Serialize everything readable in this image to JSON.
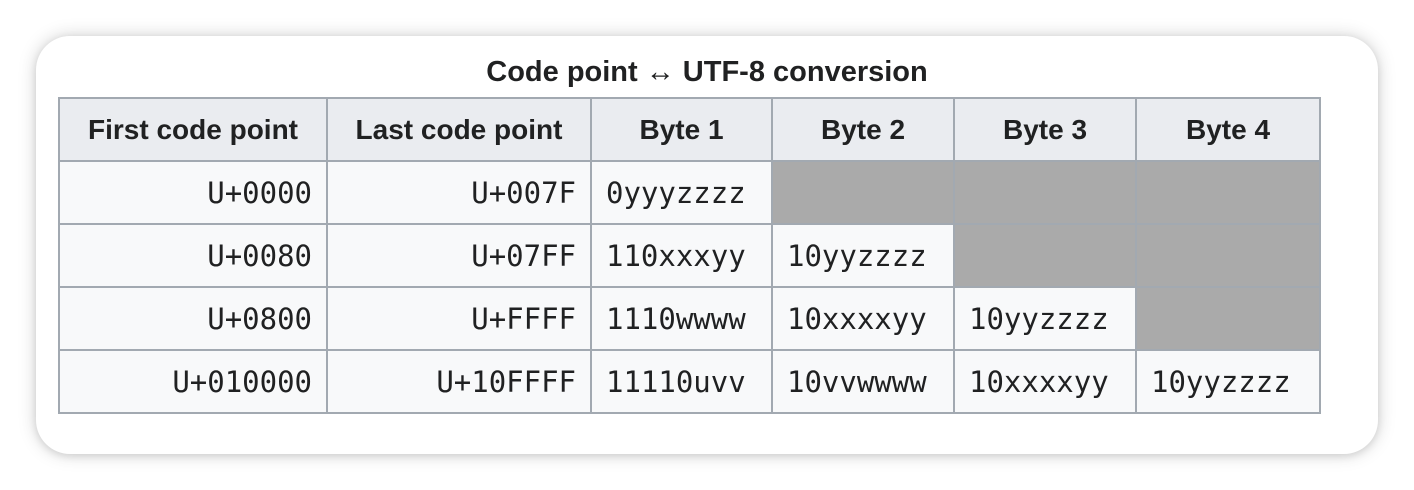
{
  "table": {
    "caption": "Code point ↔ UTF-8 conversion",
    "headers": [
      "First code point",
      "Last code point",
      "Byte 1",
      "Byte 2",
      "Byte 3",
      "Byte 4"
    ],
    "rows": [
      {
        "first": "U+0000",
        "last": "U+007F",
        "bytes": [
          "0yyyzzzz",
          "",
          "",
          ""
        ]
      },
      {
        "first": "U+0080",
        "last": "U+07FF",
        "bytes": [
          "110xxxyy",
          "10yyzzzz",
          "",
          ""
        ]
      },
      {
        "first": "U+0800",
        "last": "U+FFFF",
        "bytes": [
          "1110wwww",
          "10xxxxyy",
          "10yyzzzz",
          ""
        ]
      },
      {
        "first": "U+010000",
        "last": "U+10FFFF",
        "bytes": [
          "11110uvv",
          "10vvwwww",
          "10xxxxyy",
          "10yyzzzz"
        ]
      }
    ],
    "colors": {
      "header_bg": "#eaecf0",
      "cell_bg": "#f8f9fa",
      "empty_bg": "#aaaaaa",
      "border": "#a2a9b1",
      "text": "#202122"
    }
  }
}
